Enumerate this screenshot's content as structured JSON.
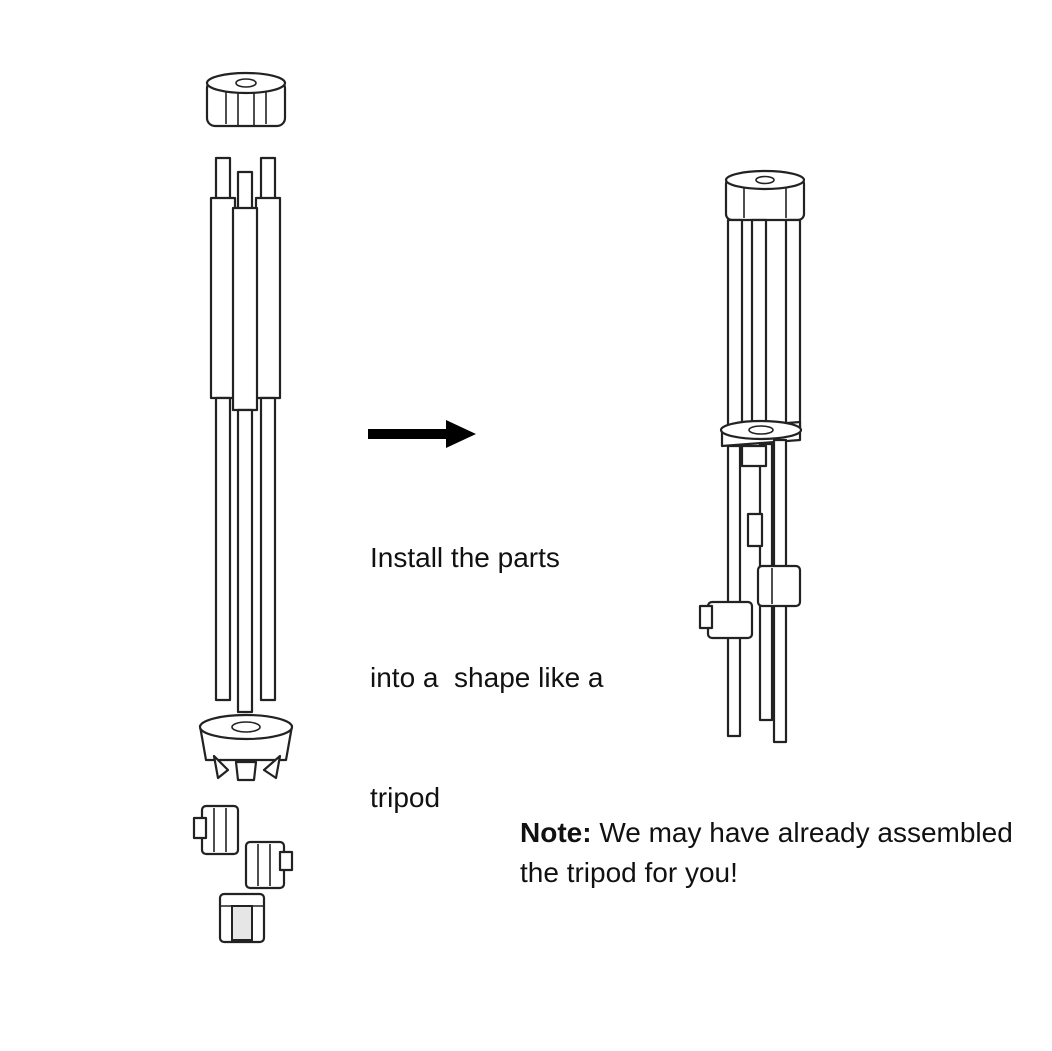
{
  "diagram": {
    "step": {
      "line1": "Install the parts",
      "line2": "into a  shape like a",
      "line3": "tripod"
    },
    "note": {
      "label": "Note:",
      "text": " We may have already assembled the tripod for you!"
    }
  }
}
